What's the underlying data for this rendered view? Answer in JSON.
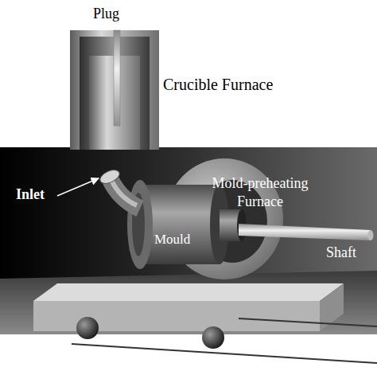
{
  "diagram": {
    "labels": [
      "Plug",
      "Crucible Furnace",
      "Inlet",
      "Mold-preheating Furnace",
      "Mould",
      "Shaft"
    ]
  }
}
